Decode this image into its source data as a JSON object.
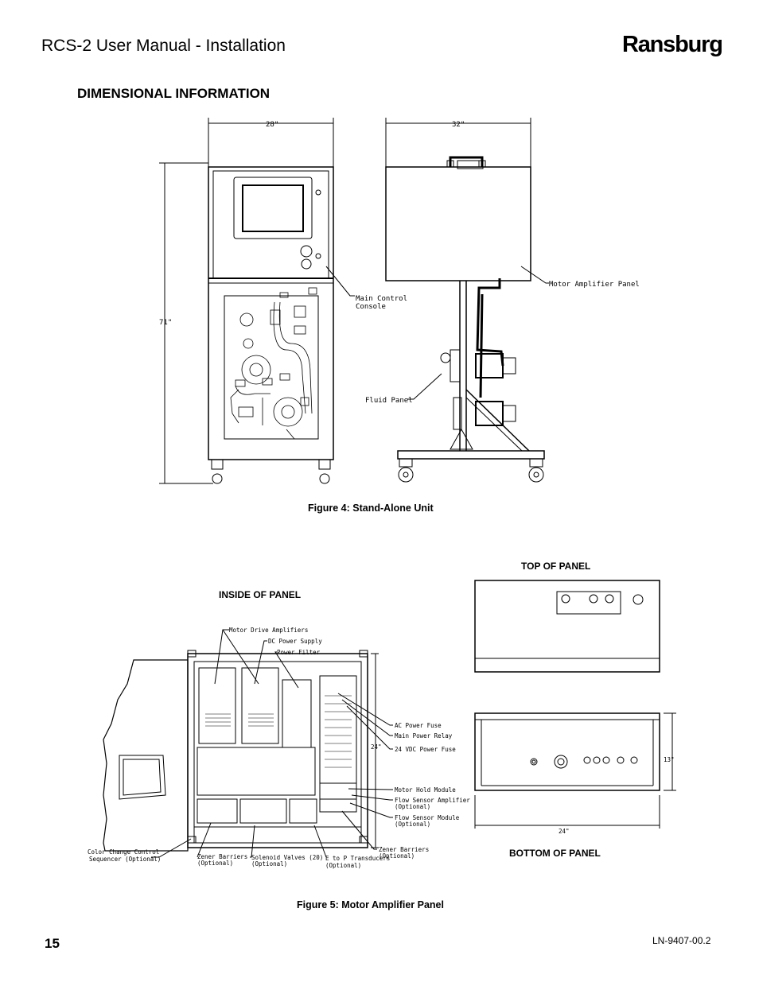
{
  "header": {
    "title": "RCS-2 User Manual  - Installation",
    "brand": "Ransburg"
  },
  "section": {
    "title": "DIMENSIONAL INFORMATION"
  },
  "figure4": {
    "caption": "Figure 4:  Stand-Alone Unit",
    "dim_width_front": "28\"",
    "dim_width_side": "32\"",
    "dim_height": "71\"",
    "callout_console_1": "Main Control",
    "callout_console_2": "Console",
    "callout_motor_amp": "Motor Amplifier Panel",
    "callout_fluid": "Fluid Panel"
  },
  "figure5": {
    "caption": "Figure 5: Motor Amplifier Panel",
    "inside_title": "INSIDE OF PANEL",
    "top_title": "TOP OF PANEL",
    "bottom_title": "BOTTOM OF PANEL",
    "dim_height": "24\"",
    "dim_bottom_width": "24\"",
    "dim_bottom_height": "13\"",
    "callouts": {
      "motor_drive_amps": "Motor Drive Amplifiers",
      "dc_power_supply": "DC Power Supply",
      "power_filter": "Power Filter",
      "ac_power_fuse": "AC Power Fuse",
      "main_power_relay": "Main Power Relay",
      "vdc_power_fuse": "24 VDC Power Fuse",
      "motor_hold_module": "Motor Hold Module",
      "flow_sensor_amp_1": "Flow Sensor Amplifier",
      "flow_sensor_amp_2": "(Optional)",
      "flow_sensor_mod_1": "Flow Sensor Module",
      "flow_sensor_mod_2": "(Optional)",
      "zener_right_1": "Zener Barriers",
      "zener_right_2": "(Optional)",
      "ccs_1": "Color Change Control",
      "ccs_2": "Sequencer (Optional)",
      "zener_left_1": "Zener Barriers",
      "zener_left_2": "(Optional)",
      "solenoid_1": "Solenoid Valves (20)",
      "solenoid_2": "(Optional)",
      "etop_1": "E to P Transducers",
      "etop_2": "(Optional)"
    }
  },
  "footer": {
    "page": "15",
    "doc": "LN-9407-00.2"
  }
}
